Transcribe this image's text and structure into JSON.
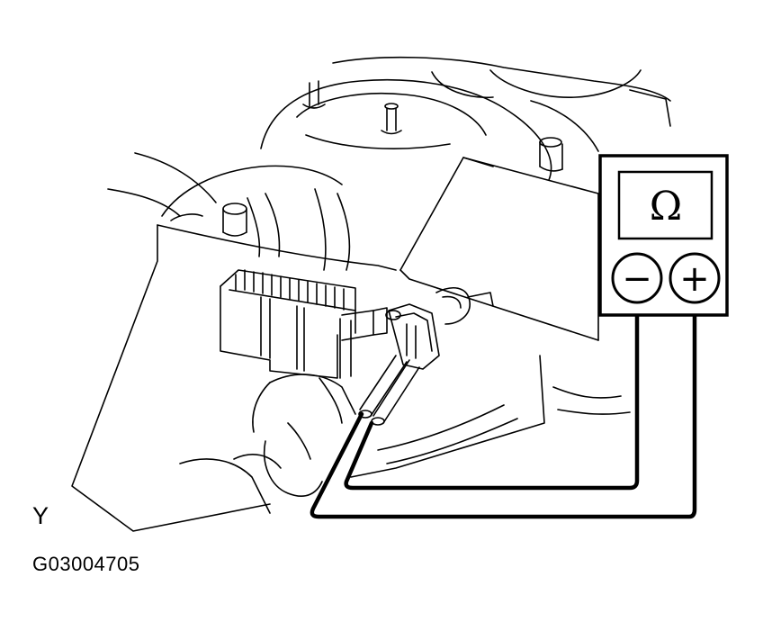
{
  "diagram": {
    "view_label": "Y",
    "figure_code": "G03004705",
    "meter_symbol": "Ω",
    "probe_negative_symbol": "−",
    "probe_positive_symbol": "+",
    "meter_mode": "resistance",
    "colors": {
      "line": "#000000",
      "background": "#ffffff"
    }
  }
}
